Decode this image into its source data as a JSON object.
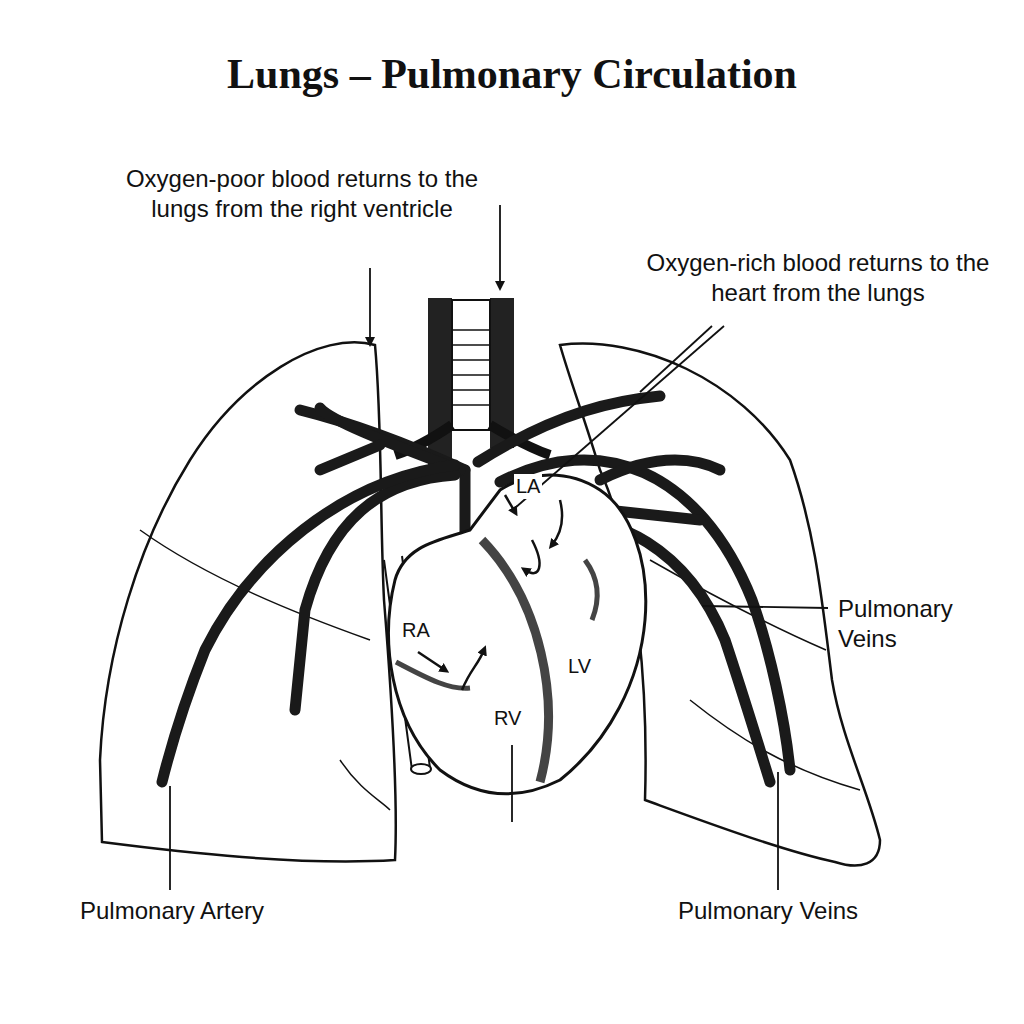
{
  "diagram": {
    "title": "Lungs – Pulmonary Circulation",
    "labels": [
      "Oxygen-poor blood returns to the lungs from the right ventricle",
      "Oxygen-rich blood returns to the heart from the lungs",
      "LA",
      "RA",
      "Pulmonary Veins",
      "LV",
      "RV",
      "Pulmonary Artery",
      "Pulmonary Veins"
    ]
  }
}
